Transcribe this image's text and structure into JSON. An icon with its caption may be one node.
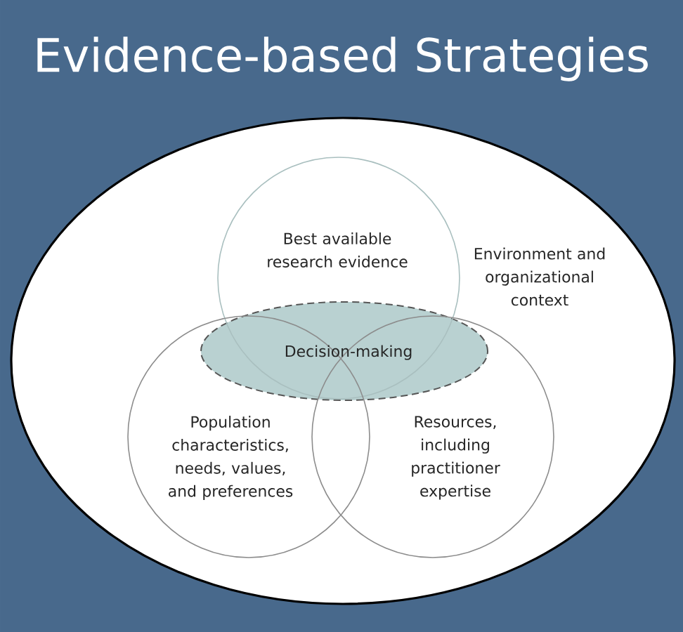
{
  "diagram": {
    "title": "Evidence-based Strategies",
    "nodes": [
      {
        "text": [
          "Environment and organizational context"
        ]
      },
      {
        "text": [
          "Best available research evidence"
        ],
        "in": 0
      },
      {
        "text": [
          "Population characteristics, needs, values, and preferences"
        ],
        "in": 0
      },
      {
        "text": [
          "Resources, including practitioner expertise"
        ],
        "in": 0
      },
      {
        "text": [
          "Decision-making"
        ],
        "in": 0
      }
    ]
  }
}
